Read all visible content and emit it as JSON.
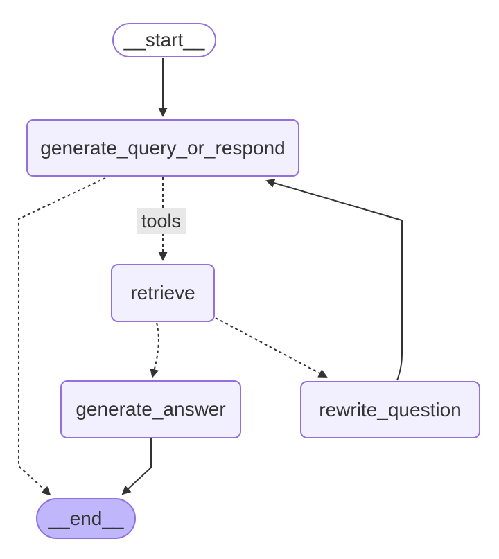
{
  "diagram": {
    "type": "flowchart",
    "direction": "top-down",
    "nodes": [
      {
        "id": "__start__",
        "label": "__start__",
        "shape": "stadium",
        "role": "first"
      },
      {
        "id": "generate_query_or_respond",
        "label": "generate_query_or_respond",
        "shape": "rect",
        "role": "default"
      },
      {
        "id": "retrieve",
        "label": "retrieve",
        "shape": "rect",
        "role": "default"
      },
      {
        "id": "generate_answer",
        "label": "generate_answer",
        "shape": "rect",
        "role": "default"
      },
      {
        "id": "rewrite_question",
        "label": "rewrite_question",
        "shape": "rect",
        "role": "default"
      },
      {
        "id": "__end__",
        "label": "__end__",
        "shape": "stadium",
        "role": "last"
      }
    ],
    "edges": [
      {
        "from": "__start__",
        "to": "generate_query_or_respond",
        "style": "solid",
        "label": ""
      },
      {
        "from": "generate_query_or_respond",
        "to": "retrieve",
        "style": "dotted",
        "label": "tools"
      },
      {
        "from": "generate_query_or_respond",
        "to": "__end__",
        "style": "dotted",
        "label": ""
      },
      {
        "from": "retrieve",
        "to": "generate_answer",
        "style": "dotted",
        "label": ""
      },
      {
        "from": "retrieve",
        "to": "rewrite_question",
        "style": "dotted",
        "label": ""
      },
      {
        "from": "rewrite_question",
        "to": "generate_query_or_respond",
        "style": "solid",
        "label": ""
      },
      {
        "from": "generate_answer",
        "to": "__end__",
        "style": "solid",
        "label": ""
      }
    ],
    "colors": {
      "background": "#ffffff",
      "node_fill": "#f2f0ff",
      "node_border": "#9370db",
      "start_fill": "#ffffff",
      "end_fill": "#bfb6fc",
      "edge": "#333333",
      "edge_label_bg": "#e8e8e8",
      "text": "#333333"
    }
  }
}
